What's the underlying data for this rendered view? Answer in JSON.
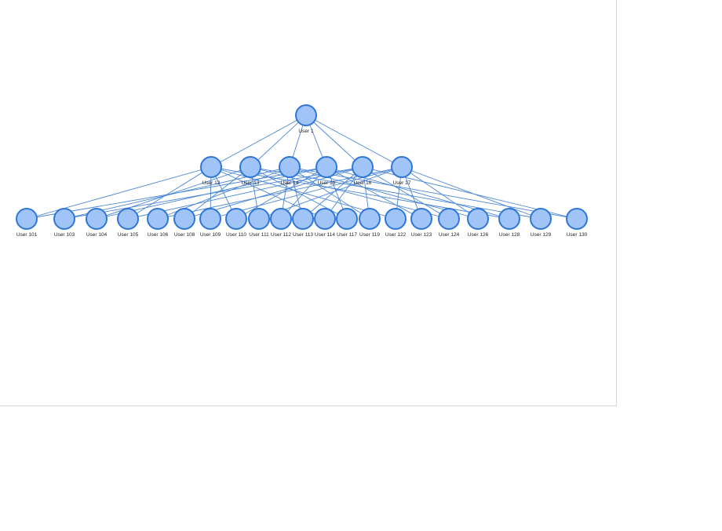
{
  "graph": {
    "node_color": "#a0c4f8",
    "node_border_color": "#2f77d6",
    "edge_color": "#4a86d8",
    "root": {
      "id": "u1",
      "label": "User 1"
    },
    "middle": [
      {
        "id": "u12",
        "label": "User 12"
      },
      {
        "id": "u13",
        "label": "User 13"
      },
      {
        "id": "u14",
        "label": "User 14"
      },
      {
        "id": "u15",
        "label": "User 15"
      },
      {
        "id": "u16",
        "label": "User 16"
      },
      {
        "id": "u17",
        "label": "User 17"
      }
    ],
    "bottom": [
      {
        "id": "u101",
        "label": "User 101"
      },
      {
        "id": "u103",
        "label": "User 103"
      },
      {
        "id": "u104",
        "label": "User 104"
      },
      {
        "id": "u105",
        "label": "User 105"
      },
      {
        "id": "u106",
        "label": "User 106"
      },
      {
        "id": "u108",
        "label": "User 108"
      },
      {
        "id": "u109",
        "label": "User 109"
      },
      {
        "id": "u110",
        "label": "User 110"
      },
      {
        "id": "u111",
        "label": "User 111"
      },
      {
        "id": "u112",
        "label": "User 112"
      },
      {
        "id": "u113",
        "label": "User 113"
      },
      {
        "id": "u114",
        "label": "User 114"
      },
      {
        "id": "u117",
        "label": "User 117"
      },
      {
        "id": "u119",
        "label": "User 119"
      },
      {
        "id": "u122",
        "label": "User 122"
      },
      {
        "id": "u123",
        "label": "User 123"
      },
      {
        "id": "u124",
        "label": "User 124"
      },
      {
        "id": "u126",
        "label": "User 126"
      },
      {
        "id": "u128",
        "label": "User 128"
      },
      {
        "id": "u129",
        "label": "User 129"
      },
      {
        "id": "u130",
        "label": "User 130"
      }
    ],
    "edges": [
      [
        "u1",
        "u12"
      ],
      [
        "u1",
        "u13"
      ],
      [
        "u1",
        "u14"
      ],
      [
        "u1",
        "u15"
      ],
      [
        "u1",
        "u16"
      ],
      [
        "u1",
        "u17"
      ],
      [
        "u12",
        "u101"
      ],
      [
        "u12",
        "u105"
      ],
      [
        "u12",
        "u109"
      ],
      [
        "u12",
        "u110"
      ],
      [
        "u12",
        "u114"
      ],
      [
        "u12",
        "u122"
      ],
      [
        "u12",
        "u128"
      ],
      [
        "u13",
        "u104"
      ],
      [
        "u13",
        "u108"
      ],
      [
        "u13",
        "u111"
      ],
      [
        "u13",
        "u117"
      ],
      [
        "u13",
        "u124"
      ],
      [
        "u13",
        "u129"
      ],
      [
        "u14",
        "u103"
      ],
      [
        "u14",
        "u106"
      ],
      [
        "u14",
        "u112"
      ],
      [
        "u14",
        "u113"
      ],
      [
        "u14",
        "u119"
      ],
      [
        "u14",
        "u126"
      ],
      [
        "u14",
        "u130"
      ],
      [
        "u15",
        "u101"
      ],
      [
        "u15",
        "u104"
      ],
      [
        "u15",
        "u110"
      ],
      [
        "u15",
        "u112"
      ],
      [
        "u15",
        "u117"
      ],
      [
        "u15",
        "u123"
      ],
      [
        "u15",
        "u128"
      ],
      [
        "u16",
        "u103"
      ],
      [
        "u16",
        "u105"
      ],
      [
        "u16",
        "u108"
      ],
      [
        "u16",
        "u113"
      ],
      [
        "u16",
        "u114"
      ],
      [
        "u16",
        "u119"
      ],
      [
        "u16",
        "u124"
      ],
      [
        "u16",
        "u130"
      ],
      [
        "u17",
        "u106"
      ],
      [
        "u17",
        "u109"
      ],
      [
        "u17",
        "u111"
      ],
      [
        "u17",
        "u122"
      ],
      [
        "u17",
        "u123"
      ],
      [
        "u17",
        "u126"
      ],
      [
        "u17",
        "u129"
      ]
    ]
  }
}
